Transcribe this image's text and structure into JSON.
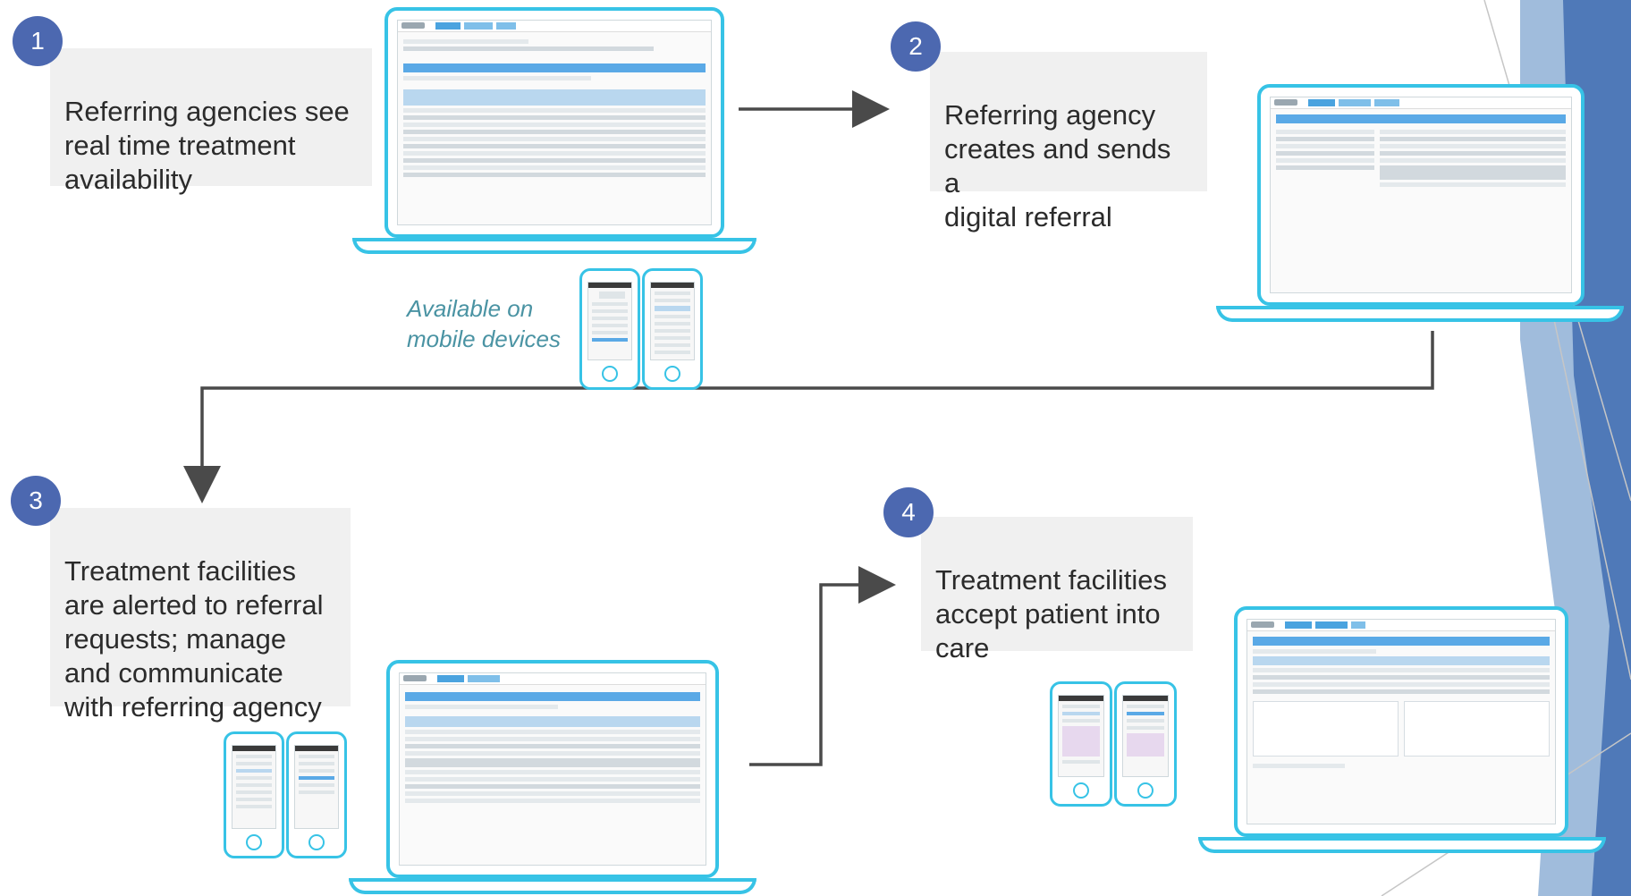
{
  "steps": [
    {
      "number": "1",
      "text": "Referring agencies see\nreal time treatment\navailability"
    },
    {
      "number": "2",
      "text": "Referring agency\ncreates and sends a\ndigital referral"
    },
    {
      "number": "3",
      "text": "Treatment facilities\nare alerted to referral\nrequests; manage\nand communicate\nwith referring agency"
    },
    {
      "number": "4",
      "text": "Treatment facilities\naccept patient into\ncare"
    }
  ],
  "mobile_caption": "Available on\nmobile devices",
  "screens": {
    "s1_title": "Service Availability",
    "s2_title": "Referral Request",
    "s3_title": "Referral Request Status",
    "s4_title": "Referral Request Messaging"
  },
  "colors": {
    "badge": "#4c68b0",
    "card_bg": "#f0f0f0",
    "device_outline": "#37c3e6",
    "caption": "#4a93a3",
    "arrow": "#4a4a4a",
    "right_decor_light": "#8fb0d6",
    "right_decor_dark": "#4f79b8"
  }
}
